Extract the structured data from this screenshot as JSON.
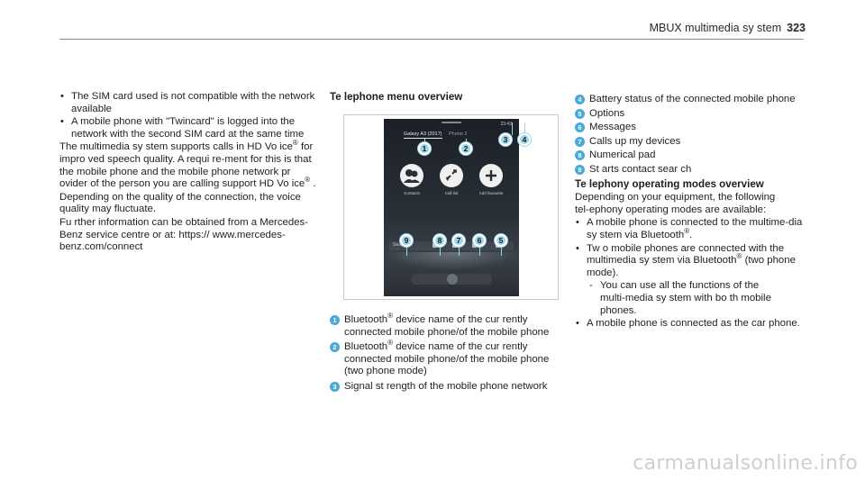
{
  "running_head": {
    "title": "MBUX multimedia sy stem",
    "page": "323"
  },
  "col1": {
    "bullets": [
      "The SIM card used is not compatible with the network available",
      "A mobile phone with \"Twincard\" is logged into the network with the second SIM card at the same time"
    ],
    "para1_a": "The multimedia sy stem supports calls in HD Vo ice",
    "para1_b": " for impro ved speech quality. A requi re‑ment for this is that the mobile phone and the mobile phone network pr ovider of the person you are calling support HD Vo ice",
    "para1_c": " .",
    "para2": "Depending on the quality of the connection, the voice quality may fluctuate.",
    "para3": "Fu rther information can be obtained from a Mercedes-Benz service centre or at: https:// www.mercedes-benz.com/connect",
    "reg": "®"
  },
  "col2": {
    "heading": "Te lephone menu overview",
    "screen": {
      "tab1": "Galaxy A3 (2017)",
      "tab2": "Phone 2",
      "status": "23:43",
      "tile_labels": [
        "Contacts",
        "Call list",
        "Add favourite"
      ],
      "search": "Search"
    },
    "callouts": [
      "1",
      "2",
      "3",
      "4",
      "9",
      "8",
      "7",
      "6",
      "5"
    ],
    "legend": [
      {
        "n": "1",
        "a": "Bluetooth",
        "b": " device name of the cur rently connected mobile phone/of the mobile phone"
      },
      {
        "n": "2",
        "a": "Bluetooth",
        "b": " device name of the cur rently connected mobile phone/of the mobile phone (two phone mode)"
      },
      {
        "n": "3",
        "a": "Signal st rength of the mobile phone network",
        "b": ""
      }
    ]
  },
  "col3": {
    "legend": [
      {
        "n": "4",
        "t": "Battery status of the connected mobile phone"
      },
      {
        "n": "5",
        "t": "Options"
      },
      {
        "n": "6",
        "t": "Messages"
      },
      {
        "n": "7",
        "t": "Calls up my devices"
      },
      {
        "n": "8",
        "t": "Numerical pad"
      },
      {
        "n": "9",
        "t": "St arts contact sear ch"
      }
    ],
    "heading": "Te lephony operating modes overview",
    "intro": "Depending on your equipment, the following tel‑ephony operating modes are available:",
    "b1_a": "A mobile phone is connected to the multime‑dia sy stem via Bluetooth",
    "b1_b": ".",
    "b2_a": "Tw o mobile phones are connected with the multimedia sy stem via Bluetooth",
    "b2_b": " (two phone mode).",
    "sub1": "You can use all the functions of the multi‑media sy stem with bo th mobile phones.",
    "b3": "A mobile phone is connected as the car phone."
  },
  "watermark": "carmanualsonline.info",
  "colors": {
    "callout": "#9ed4ec",
    "badge": "#49a9d8"
  }
}
